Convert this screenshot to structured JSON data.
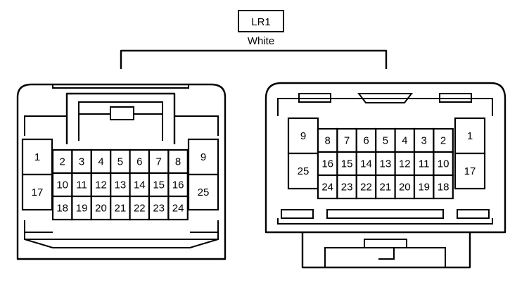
{
  "connector": {
    "code": "LR1",
    "color": "White"
  },
  "left_connector": {
    "rows": [
      [
        "2",
        "3",
        "4",
        "5",
        "6",
        "7",
        "8"
      ],
      [
        "10",
        "11",
        "12",
        "13",
        "14",
        "15",
        "16"
      ],
      [
        "18",
        "19",
        "20",
        "21",
        "22",
        "23",
        "24"
      ]
    ],
    "side_left": [
      "1",
      "17"
    ],
    "side_right": [
      "9",
      "25"
    ]
  },
  "right_connector": {
    "rows": [
      [
        "8",
        "7",
        "6",
        "5",
        "4",
        "3",
        "2"
      ],
      [
        "16",
        "15",
        "14",
        "13",
        "12",
        "11",
        "10"
      ],
      [
        "24",
        "23",
        "22",
        "21",
        "20",
        "19",
        "18"
      ]
    ],
    "side_left": [
      "9",
      "25"
    ],
    "side_right": [
      "1",
      "17"
    ]
  },
  "colors": {
    "stroke": "#000000",
    "background": "#ffffff"
  }
}
